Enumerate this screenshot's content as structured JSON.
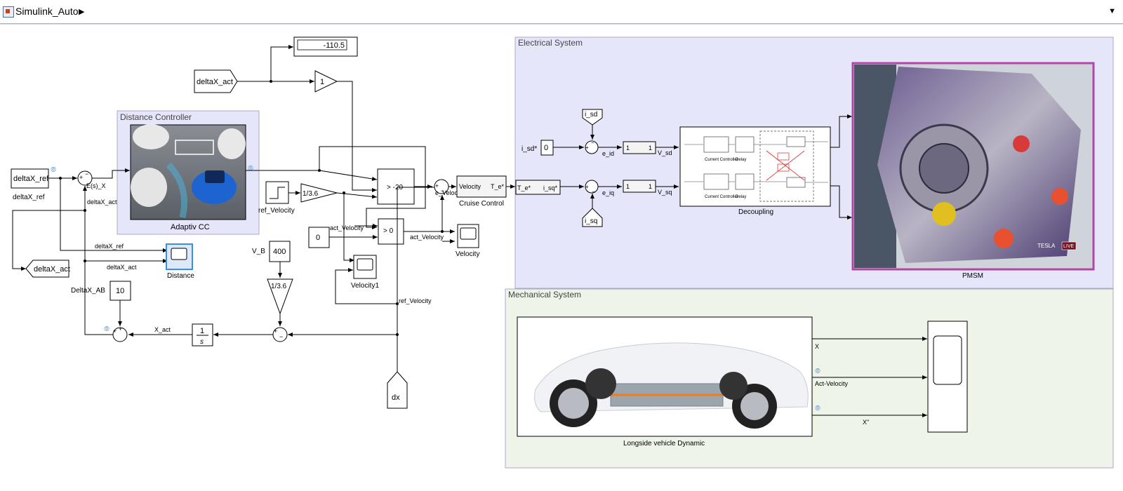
{
  "toolbar": {
    "model_name": "Simulink_Auto",
    "breadcrumb_icon": "model-icon",
    "expand_icon": "triangle-right-icon",
    "dropdown_icon": "triangle-down-icon"
  },
  "areas": {
    "distance_controller": "Distance Controller",
    "electrical_system": "Electrical System",
    "mechanical_system": "Mechanical System"
  },
  "blocks": {
    "display_value": "-110.5",
    "deltaX_act_from": "deltaX_act",
    "gain_1": "1",
    "deltaX_ref_from": "deltaX_ref",
    "deltaX_ref_label": "deltaX_ref",
    "transfer": "E(s)_X",
    "adaptive_cc": "Adaptiv CC",
    "deltaX_act_sig": "deltaX_act",
    "deltaX_act_goto": "deltaX_act",
    "deltaX_ref_sig": "deltaX_ref",
    "deltaX_act_sig2": "deltaX_act",
    "distance_scope": "Distance",
    "deltaX_ab_label": "DeltaX_AB",
    "const_10": "10",
    "x_act": "X_act",
    "integrator_num": "1",
    "integrator_den": "s",
    "ref_velocity_step": "ref_Velocity",
    "gain_1_3_6": "1/3.6",
    "v_b": "V_B",
    "const_400": "400",
    "gain_1_3_6_b": "1/3.6",
    "const_0": "0",
    "act_velocity": "act_Velocity",
    "act_velocity2": "act_Velocity",
    "velocity1": "Velocity1",
    "ref_velocity_sig": "ref_Velocity",
    "dx": "dx",
    "switch1": "> -20",
    "switch2": "> 0",
    "e_velocity": "e_Velocity",
    "cruise_in": "Velocity",
    "cruise_out": "T_e*",
    "cruise_control": "Cruise Control",
    "velocity_scope": "Velocity",
    "te_star": "T_e*",
    "isq_star": "i_sq*",
    "isd": "i_sd",
    "isd_star": "i_sd*",
    "const_0b": "0",
    "e_id": "e_id",
    "e_iq": "e_iq",
    "isq": "i_sq",
    "vsd": "V_sd",
    "vsq": "V_sq",
    "sat_a": "1",
    "sat_b": "1",
    "sat_c": "1",
    "sat_d": "1",
    "decoupling": "Decoupling",
    "current_controller": "Current Controller",
    "current_controller2": "Current Controller",
    "delay": "Delay",
    "delay2": "Delay",
    "pmsm": "PMSM",
    "pmsm_badge": "TESLA",
    "pmsm_badge2": "LIVE",
    "vehicle": "Longside vehicle Dynamic",
    "out_x": "X",
    "out_act_velocity": "Act-Velocity",
    "out_xpp": "X\""
  },
  "colors": {
    "electrical_bg": "#e6e6fb",
    "mechanical_bg": "#eef5e8",
    "distance_bg": "#e6e6fb",
    "area_border": "#a9a9c8",
    "selected": "#3a8ee6"
  }
}
